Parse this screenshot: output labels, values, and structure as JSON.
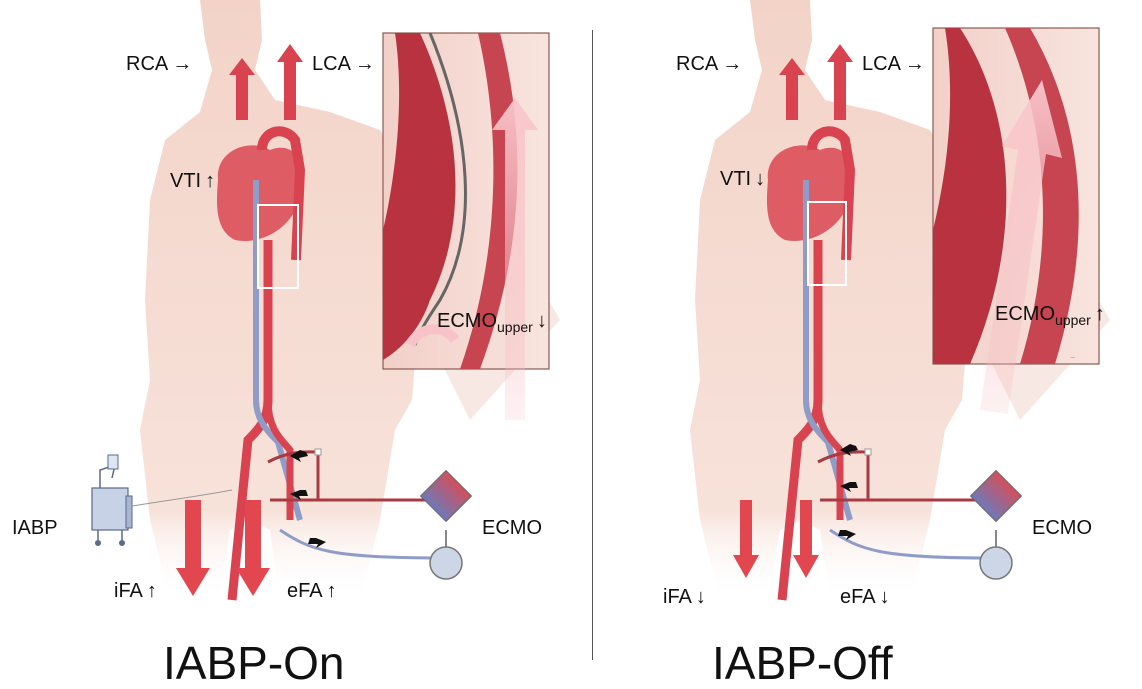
{
  "panels": [
    {
      "title": "IABP-On",
      "labels": {
        "rca": "RCA",
        "rca_arrow": "→",
        "lca": "LCA",
        "lca_arrow": "→",
        "vti": "VTI",
        "vti_arrow": "↑",
        "ecmo_upper_main": "ECMO",
        "ecmo_upper_sub": "upper",
        "ecmo_upper_arrow": "↓",
        "iabp": "IABP",
        "ecmo": "ECMO",
        "ifa": "iFA",
        "ifa_arrow": "↑",
        "efa": "eFA",
        "efa_arrow": "↑"
      }
    },
    {
      "title": "IABP-Off",
      "labels": {
        "rca": "RCA",
        "rca_arrow": "→",
        "lca": "LCA",
        "lca_arrow": "→",
        "vti": "VTI",
        "vti_arrow": "↓",
        "ecmo_upper_main": "ECMO",
        "ecmo_upper_sub": "upper",
        "ecmo_upper_arrow": "↑",
        "ecmo": "ECMO",
        "ifa": "iFA",
        "ifa_arrow": "↓",
        "efa": "eFA",
        "efa_arrow": "↓"
      }
    }
  ],
  "colors": {
    "skin_light": "#f6dfd6",
    "skin_mid": "#ecc2b5",
    "artery": "#d9434f",
    "artery_dark": "#b52a37",
    "vein": "#8f9cc8",
    "flow_pale": "#f7b9bf",
    "ecmo_diamond_top": "#d2505c",
    "ecmo_diamond_bottom": "#6f79b8",
    "ecmo_circle": "#cdd6e6"
  }
}
